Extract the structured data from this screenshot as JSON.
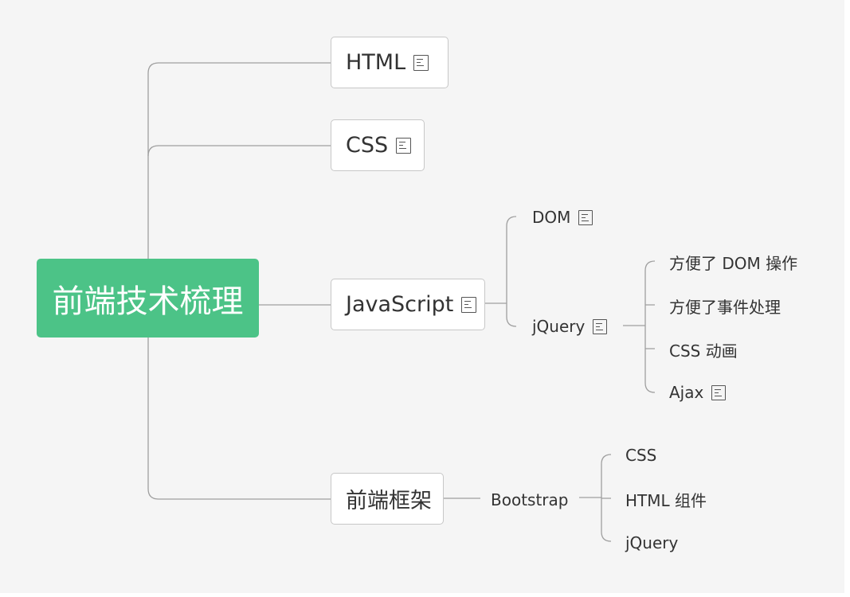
{
  "mindmap": {
    "root": "前端技术梳理",
    "branches": [
      {
        "label": "HTML",
        "has_note": true
      },
      {
        "label": "CSS",
        "has_note": true
      },
      {
        "label": "JavaScript",
        "has_note": true,
        "children": [
          {
            "label": "DOM",
            "has_note": true
          },
          {
            "label": "jQuery",
            "has_note": true,
            "children": [
              {
                "label": "方便了 DOM 操作"
              },
              {
                "label": "方便了事件处理"
              },
              {
                "label": "CSS 动画"
              },
              {
                "label": "Ajax",
                "has_note": true
              }
            ]
          }
        ]
      },
      {
        "label": "前端框架",
        "children": [
          {
            "label": "Bootstrap",
            "children": [
              {
                "label": "CSS"
              },
              {
                "label": "HTML 组件"
              },
              {
                "label": "jQuery"
              }
            ]
          }
        ]
      }
    ],
    "icons": {
      "note": "note-icon"
    },
    "colors": {
      "root_fill": "#4cc387",
      "root_text": "#ffffff",
      "connector": "#9f9f9f",
      "topic_border": "#c7c7c7",
      "canvas": "#f5f5f5"
    }
  }
}
